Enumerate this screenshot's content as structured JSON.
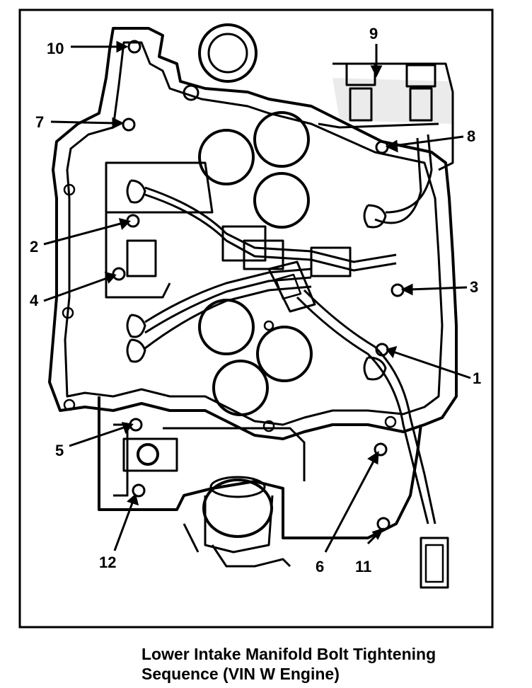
{
  "figure": {
    "bolt_labels": [
      "1",
      "2",
      "3",
      "4",
      "5",
      "6",
      "7",
      "8",
      "9",
      "10",
      "11",
      "12"
    ]
  },
  "caption": {
    "line1": "Lower Intake Manifold Bolt Tightening",
    "line2": "Sequence (VIN W Engine)"
  }
}
